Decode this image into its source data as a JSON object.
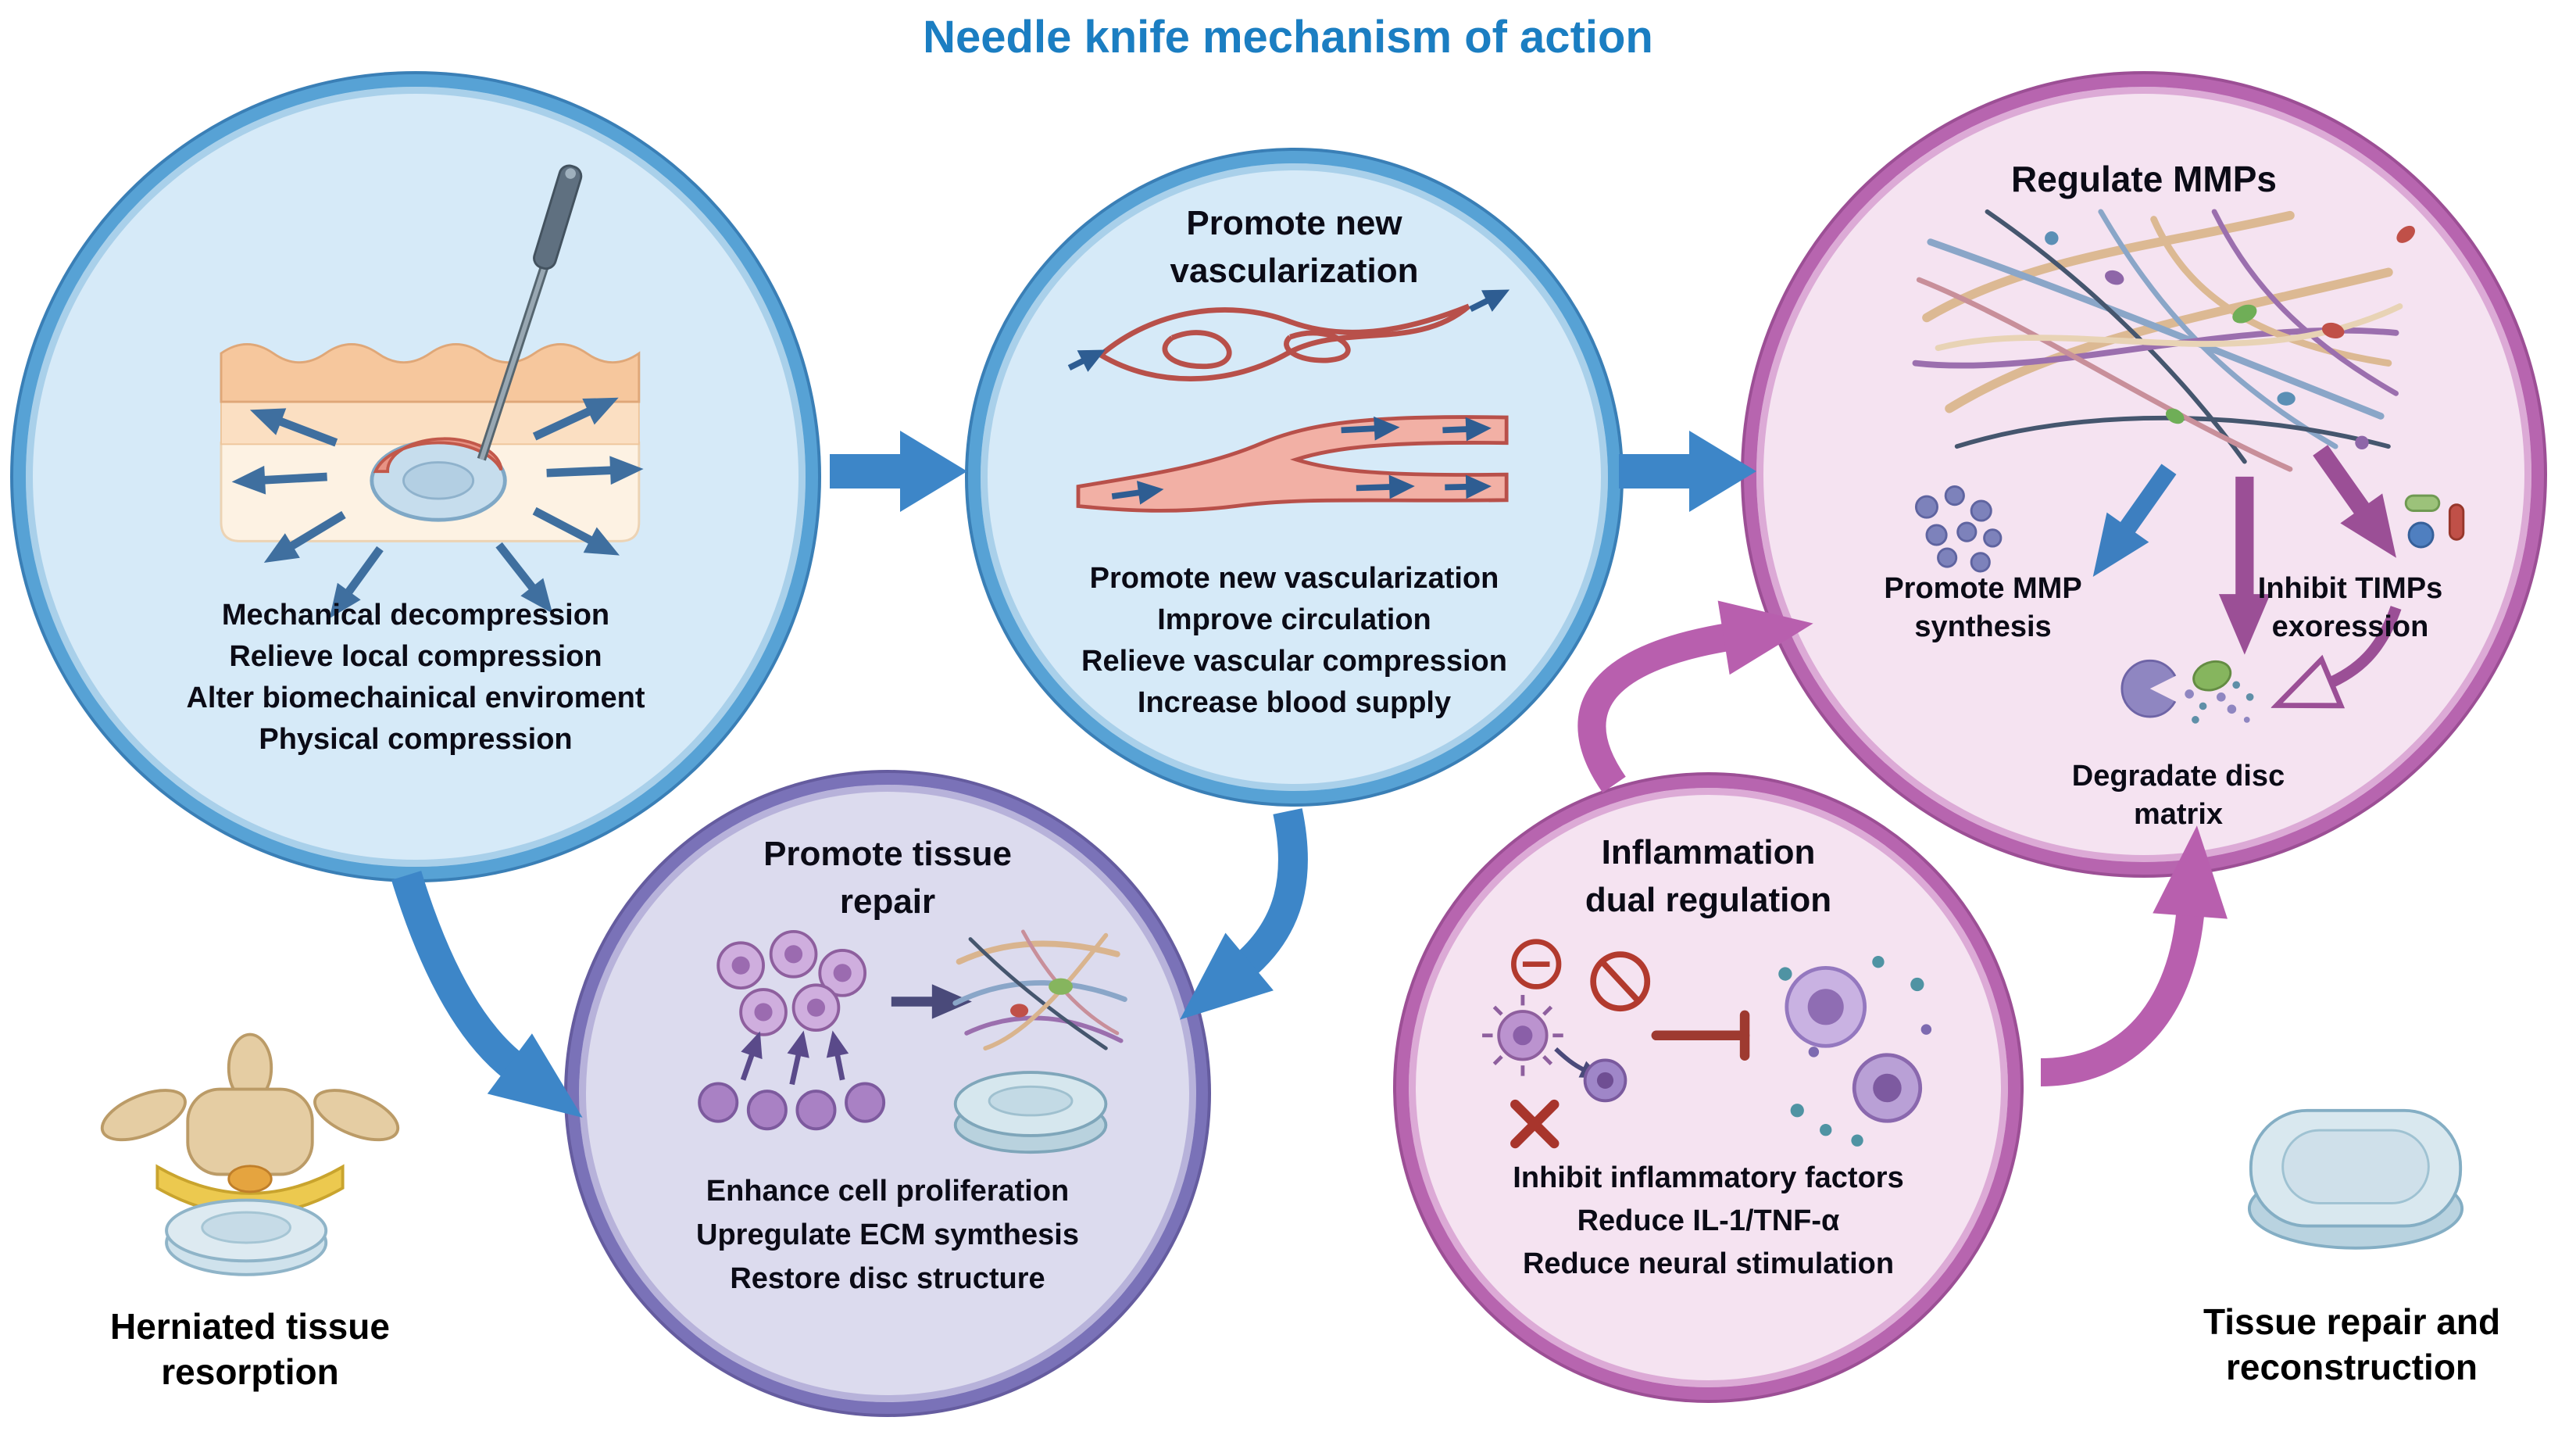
{
  "title": "Needle knife mechanism of action",
  "colors": {
    "title": "#1b7ec2",
    "blue_ring": "#57a2d5",
    "blue_fill": "#d6eaf8",
    "pink_ring": "#b765af",
    "pink_fill": "#f5e3f1",
    "purple_ring": "#7a72b8",
    "purple_fill": "#dcdbee",
    "arrow_blue": "#3d86c8",
    "arrow_pink": "#b85fae",
    "text": "#0b0b16"
  },
  "decompression_circle": {
    "lines": [
      "Mechanical decompression",
      "Relieve local compression",
      "Alter biomechainical enviroment",
      "Physical compression"
    ]
  },
  "vascularization_circle": {
    "title_lines": [
      "Promote new",
      "vascularization"
    ],
    "lines": [
      "Promote new vascularization",
      "Improve circulation",
      "Relieve vascular compression",
      "Increase blood supply"
    ]
  },
  "mmp_circle": {
    "title": "Regulate MMPs",
    "promote_label": [
      "Promote MMP",
      "synthesis"
    ],
    "inhibit_label": [
      "Inhibit TIMPs",
      "exoression"
    ],
    "degradate_label": [
      "Degradate disc",
      "matrix"
    ]
  },
  "tissue_repair_circle": {
    "title_lines": [
      "Promote tissue",
      "repair"
    ],
    "lines": [
      "Enhance cell proliferation",
      "Upregulate ECM symthesis",
      "Restore disc structure"
    ]
  },
  "inflammation_circle": {
    "title_lines": [
      "Inflammation",
      "dual regulation"
    ],
    "lines": [
      "Inhibit inflammatory factors",
      "Reduce IL-1/TNF-α",
      "Reduce neural stimulation"
    ]
  },
  "herniated_caption": [
    "Herniated tissue",
    "resorption"
  ],
  "repair_caption": [
    "Tissue repair and",
    "reconstruction"
  ]
}
